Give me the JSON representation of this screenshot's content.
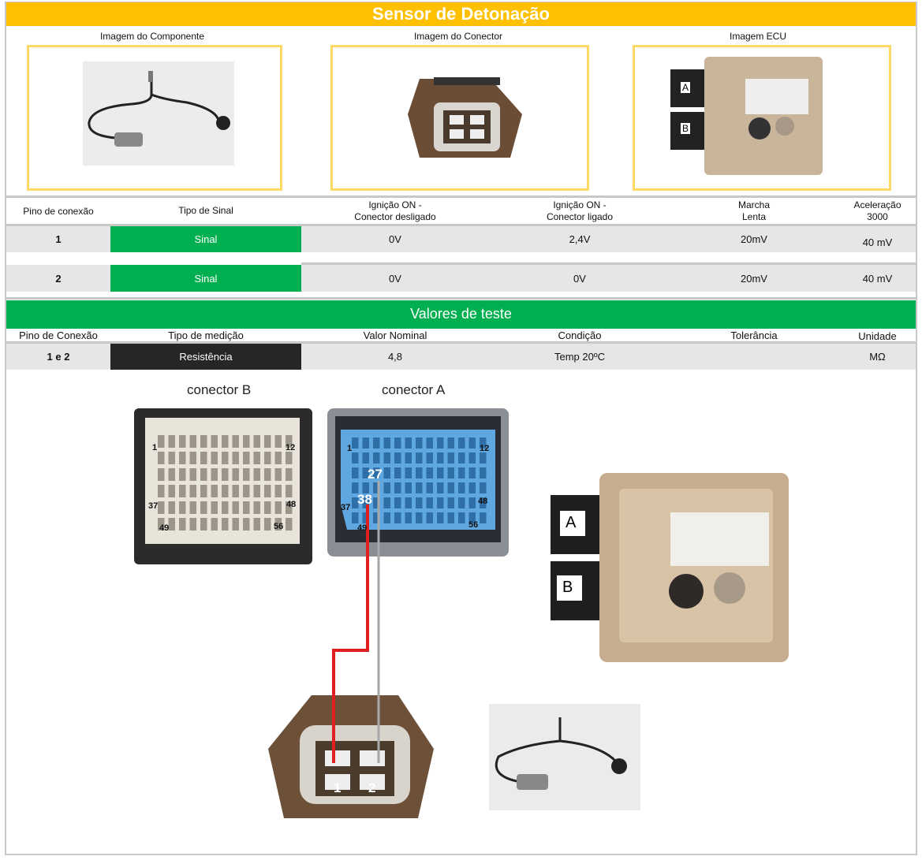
{
  "title": "Sensor de Detonação",
  "images": {
    "component": "Imagem do Componente",
    "connector": "Imagem do Conector",
    "ecu": "Imagem ECU",
    "ecu_label_a": "A",
    "ecu_label_b": "B"
  },
  "signal_table": {
    "headers": [
      "Pino de conexão",
      "Tipo de Sinal",
      "Ignição ON -\nConector desligado",
      "Ignição ON -\nConector ligado",
      "Marcha\nLenta",
      "Aceleração\n3000"
    ],
    "rows": [
      {
        "pin": "1",
        "type": "Sinal",
        "ign_off": "0V",
        "ign_on": "2,4V",
        "idle": "20mV",
        "accel": "40 mV"
      },
      {
        "pin": "2",
        "type": "Sinal",
        "ign_off": "0V",
        "ign_on": "0V",
        "idle": "20mV",
        "accel": "40 mV"
      }
    ]
  },
  "test_values": {
    "title": "Valores de teste",
    "headers": [
      "Pino de Conexão",
      "Tipo de medição",
      "Valor Nominal",
      "Condição",
      "Tolerância",
      "Unidade"
    ],
    "row": {
      "pin": "1 e 2",
      "type": "Resistência",
      "nominal": "4,8",
      "condition": "Temp 20ºC",
      "tolerance": "",
      "unit": "MΩ"
    }
  },
  "diagram": {
    "connector_b": "conector B",
    "connector_a": "conector A",
    "b_pins": [
      "1",
      "12",
      "37",
      "48",
      "49",
      "56"
    ],
    "a_pins": [
      "1",
      "12",
      "37",
      "48",
      "49",
      "56"
    ],
    "a_highlight": [
      "27",
      "38"
    ],
    "sensor_pins": [
      "1",
      "2"
    ],
    "ecu_a": "A",
    "ecu_b": "B",
    "wire_colors": {
      "pin38": "#e02020",
      "pin27": "#a8a8a8"
    }
  }
}
